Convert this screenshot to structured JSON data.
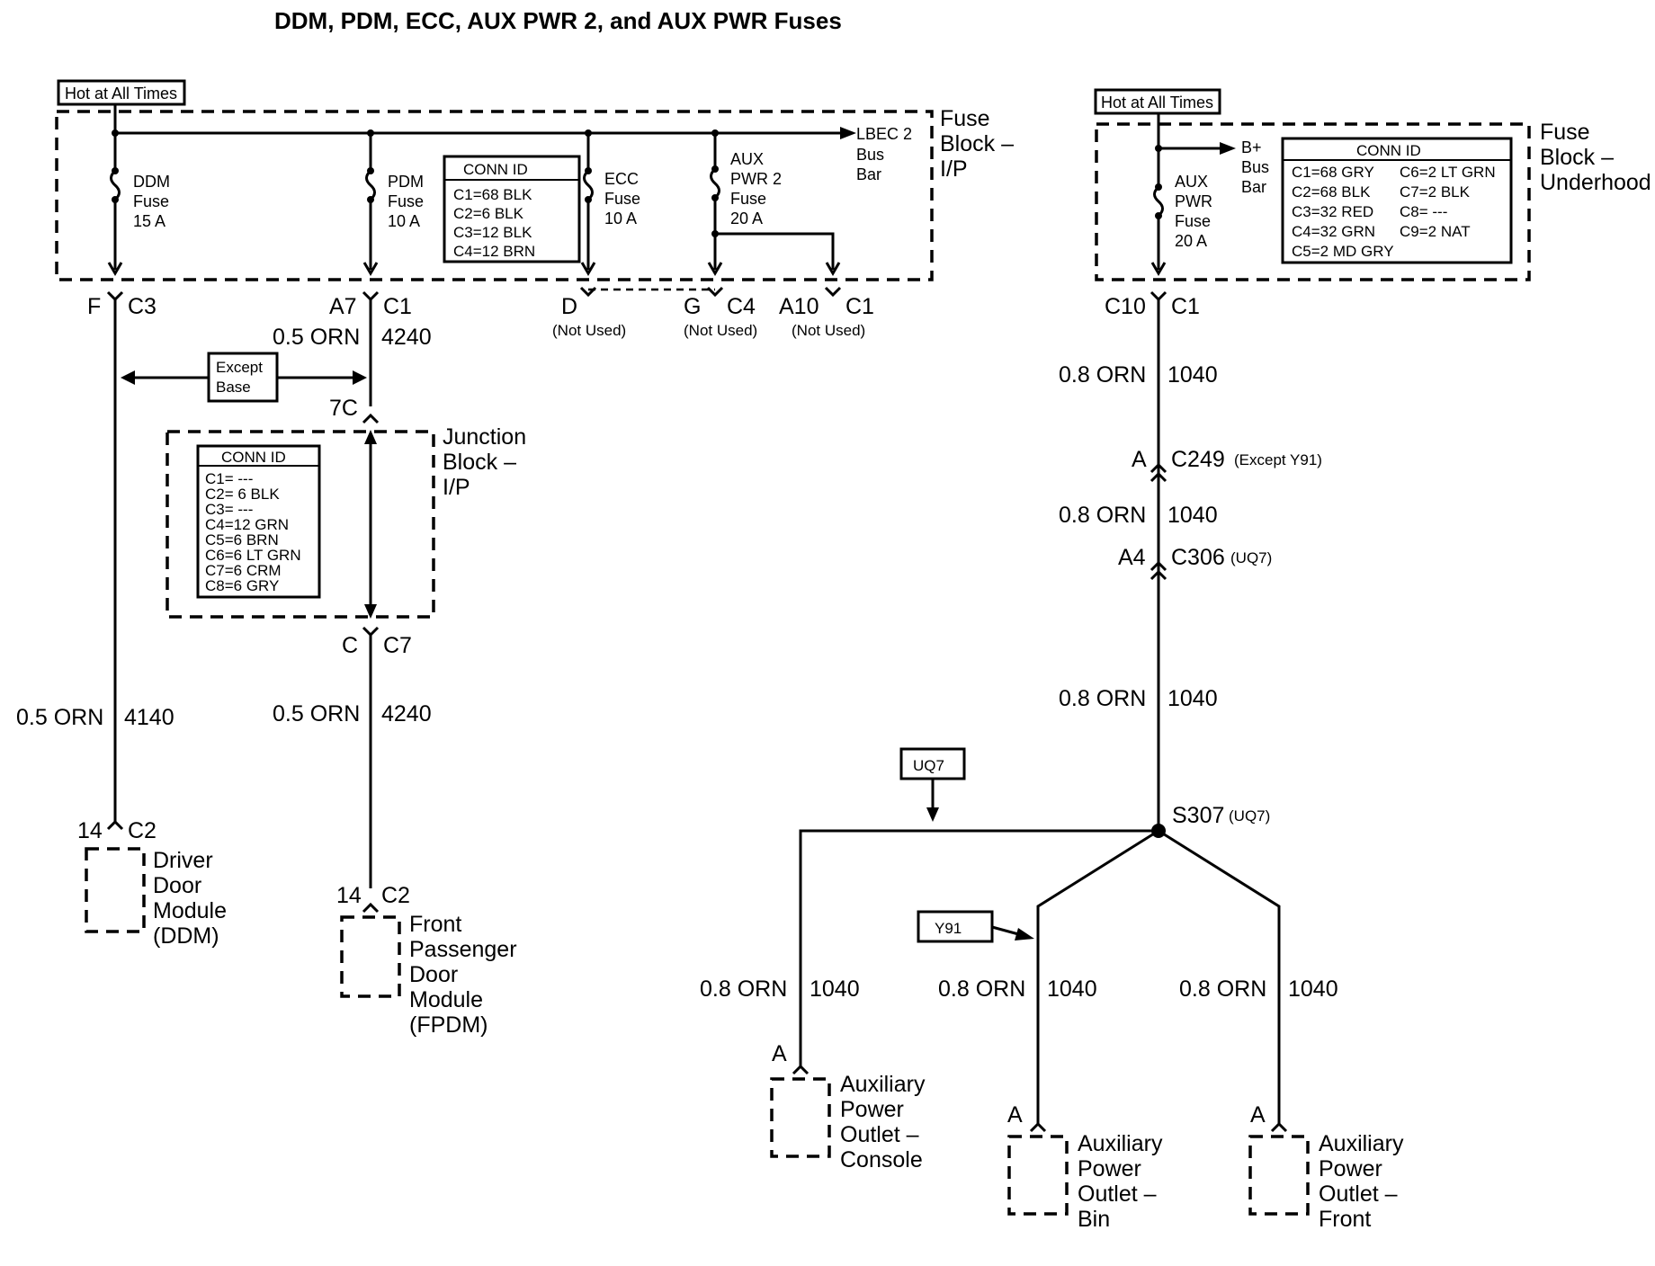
{
  "title": "DDM, PDM, ECC, AUX PWR 2, and AUX PWR Fuses",
  "ip_block": {
    "hot_label": "Hot at All Times",
    "block_name": [
      "Fuse",
      "Block –",
      "I/P"
    ],
    "bus_bar": [
      "LBEC 2",
      "Bus",
      "Bar"
    ],
    "fuses": [
      {
        "lines": [
          "DDM",
          "Fuse",
          "15 A"
        ]
      },
      {
        "lines": [
          "PDM",
          "Fuse",
          "10 A"
        ]
      },
      {
        "lines": [
          "ECC",
          "Fuse",
          "10 A"
        ]
      },
      {
        "lines": [
          "AUX",
          "PWR 2",
          "Fuse",
          "20 A"
        ]
      }
    ],
    "conn_id": {
      "title": "CONN ID",
      "rows": [
        "C1=68 BLK",
        "C2=6 BLK",
        "C3=12 BLK",
        "C4=12 BRN"
      ]
    }
  },
  "underhood_block": {
    "hot_label": "Hot at All Times",
    "block_name": [
      "Fuse",
      "Block –",
      "Underhood"
    ],
    "bus_bar": [
      "B+",
      "Bus",
      "Bar"
    ],
    "fuse": [
      "AUX",
      "PWR",
      "Fuse",
      "20 A"
    ],
    "conn_id": {
      "title": "CONN ID",
      "rows": [
        [
          "C1=68  GRY",
          "C6=2 LT GRN"
        ],
        [
          "C2=68 BLK",
          "C7=2 BLK"
        ],
        [
          "C3=32 RED",
          "C8= ---"
        ],
        [
          "C4=32 GRN",
          "C9=2 NAT"
        ],
        [
          "C5=2 MD GRY",
          ""
        ]
      ]
    }
  },
  "connectors": {
    "f_c3": [
      "F",
      "C3"
    ],
    "a7_c1": [
      "A7",
      "C1"
    ],
    "d": "D",
    "g_c4": [
      "G",
      "C4"
    ],
    "a10_c1": [
      "A10",
      "C1"
    ],
    "not_used": "(Not Used)",
    "c10_c1": [
      "C10",
      "C1"
    ],
    "c_7c": "7C",
    "c_c7": [
      "C",
      "C7"
    ],
    "ddm_c2": [
      "14",
      "C2"
    ],
    "fpdm_c2": [
      "14",
      "C2"
    ],
    "a_c249": [
      "A",
      "C249",
      "(Except Y91)"
    ],
    "a4_c306": [
      "A4",
      "C306",
      "(UQ7)"
    ],
    "s307": [
      "S307",
      "(UQ7)"
    ],
    "pin_a": "A"
  },
  "wires": {
    "w4140": [
      "0.5 ORN",
      "4140"
    ],
    "w4240a": [
      "0.5 ORN",
      "4240"
    ],
    "w4240b": [
      "0.5 ORN",
      "4240"
    ],
    "w1040": [
      "0.8 ORN",
      "1040"
    ]
  },
  "except_base": [
    "Except",
    "Base"
  ],
  "junction_block": {
    "name": [
      "Junction",
      "Block –",
      "I/P"
    ],
    "conn_id": {
      "title": "CONN ID",
      "rows": [
        "C1= ---",
        "C2= 6 BLK",
        "C3= ---",
        "C4=12 GRN",
        "C5=6 BRN",
        "C6=6 LT GRN",
        "C7=6 CRM",
        "C8=6 GRY"
      ]
    }
  },
  "options": {
    "uq7": "UQ7",
    "y91": "Y91"
  },
  "components": {
    "ddm": [
      "Driver",
      "Door",
      "Module",
      "(DDM)"
    ],
    "fpdm": [
      "Front",
      "Passenger",
      "Door",
      "Module",
      "(FPDM)"
    ],
    "apo_console": [
      "Auxiliary",
      "Power",
      "Outlet –",
      "Console"
    ],
    "apo_bin": [
      "Auxiliary",
      "Power",
      "Outlet –",
      "Bin"
    ],
    "apo_front": [
      "Auxiliary",
      "Power",
      "Outlet –",
      "Front"
    ]
  }
}
